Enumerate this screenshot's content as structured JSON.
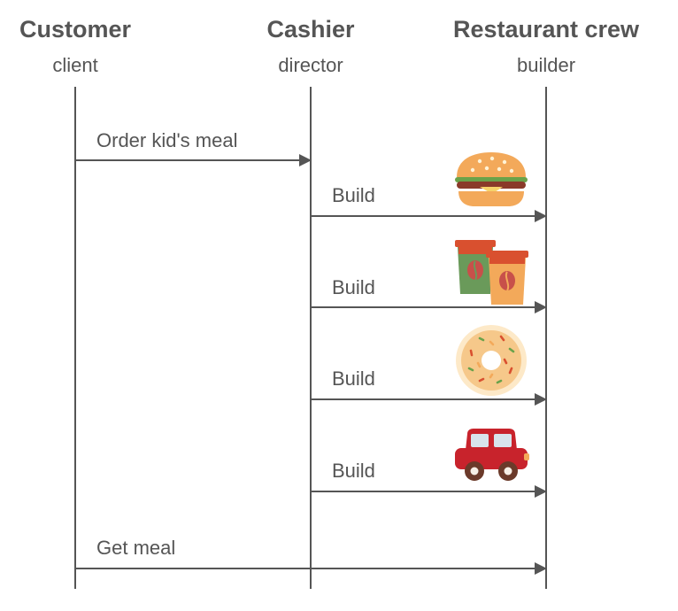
{
  "actors": [
    {
      "name": "Customer",
      "role": "client"
    },
    {
      "name": "Cashier",
      "role": "director"
    },
    {
      "name": "Restaurant crew",
      "role": "builder"
    }
  ],
  "messages": [
    {
      "label": "Order kid's meal",
      "from": "Customer",
      "to": "Cashier"
    },
    {
      "label": "Build",
      "from": "Cashier",
      "to": "Restaurant crew",
      "icon": "burger-icon"
    },
    {
      "label": "Build",
      "from": "Cashier",
      "to": "Restaurant crew",
      "icon": "drink-cups-icon"
    },
    {
      "label": "Build",
      "from": "Cashier",
      "to": "Restaurant crew",
      "icon": "donut-icon"
    },
    {
      "label": "Build",
      "from": "Cashier",
      "to": "Restaurant crew",
      "icon": "toy-car-icon"
    },
    {
      "label": "Get meal",
      "from": "Customer",
      "to": "Restaurant crew"
    }
  ],
  "colors": {
    "line": "#555555",
    "burger_bun": "#f3a95a",
    "patty": "#8a3a2a",
    "lettuce": "#6aa24a",
    "cup_red": "#d9502f",
    "cup_green": "#6a9a5a",
    "cup_orange": "#f3a95a",
    "donut": "#f6c88a",
    "car_red": "#c8232c"
  }
}
